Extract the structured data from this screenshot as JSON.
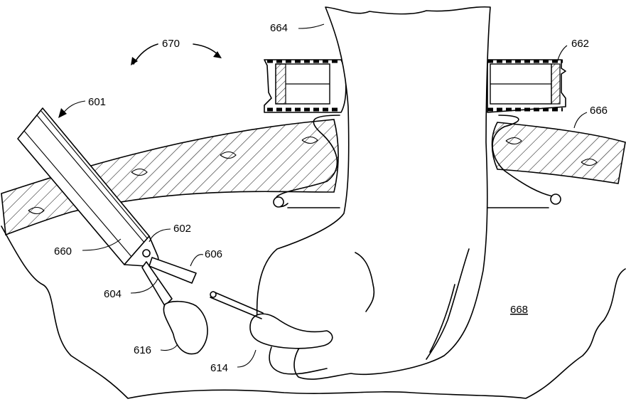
{
  "figure": {
    "labels": {
      "l601": "601",
      "l602": "602",
      "l604": "604",
      "l606": "606",
      "l614": "614",
      "l616": "616",
      "l660": "660",
      "l662": "662",
      "l664": "664",
      "l666": "666",
      "l668": "668",
      "l670": "670"
    }
  }
}
